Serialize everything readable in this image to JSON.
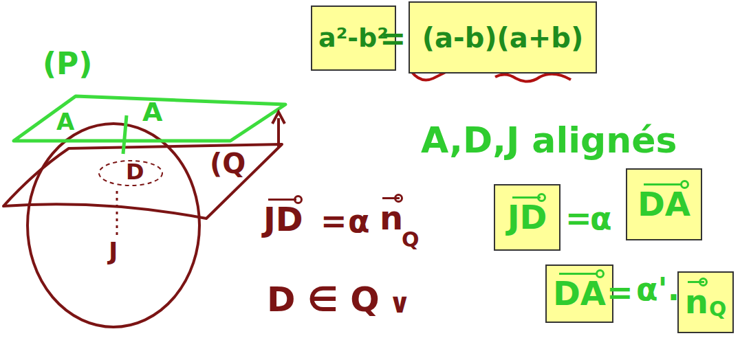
{
  "diagram": {
    "nodes": [
      {
        "text": [
          "a²-b²"
        ]
      },
      {
        "text": [
          "(a-b)(a+b)"
        ]
      },
      {
        "text": [
          "JD"
        ]
      },
      {
        "text": [
          "DA"
        ]
      },
      {
        "text": [
          "DA"
        ]
      },
      {
        "text": [
          "n",
          "Q"
        ]
      }
    ],
    "labels": [
      "(P)",
      "A",
      "A",
      "D",
      "J",
      "(Q",
      "=",
      "A,D,J alignés",
      "=",
      "α",
      "=",
      "α'.",
      "JD",
      "=",
      "α",
      "n",
      "Q",
      "D ∈ Q",
      "∨"
    ]
  }
}
